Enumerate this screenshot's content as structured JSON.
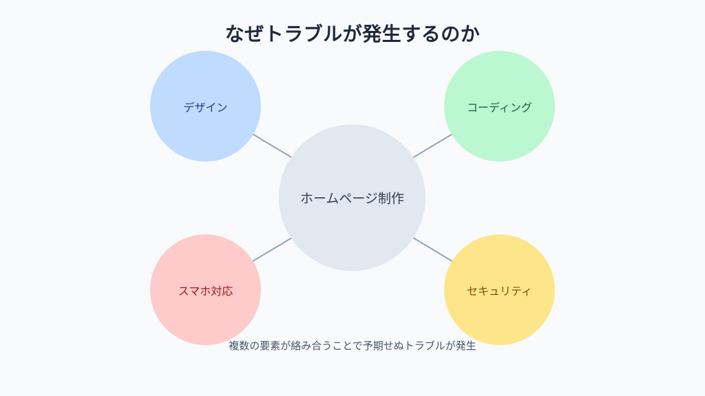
{
  "title": "なぜトラブルが発生するのか",
  "center": {
    "label": "ホームページ制作",
    "color": "#e2e8f0"
  },
  "nodes": [
    {
      "label": "デザイン",
      "color": "#bfdbfe"
    },
    {
      "label": "コーディング",
      "color": "#bbf7d0"
    },
    {
      "label": "スマホ対応",
      "color": "#fecaca"
    },
    {
      "label": "セキュリティ",
      "color": "#fde68a"
    }
  ],
  "connector_color": "#94a3b8",
  "caption": "複数の要素が絡み合うことで予期せぬトラブルが発生"
}
